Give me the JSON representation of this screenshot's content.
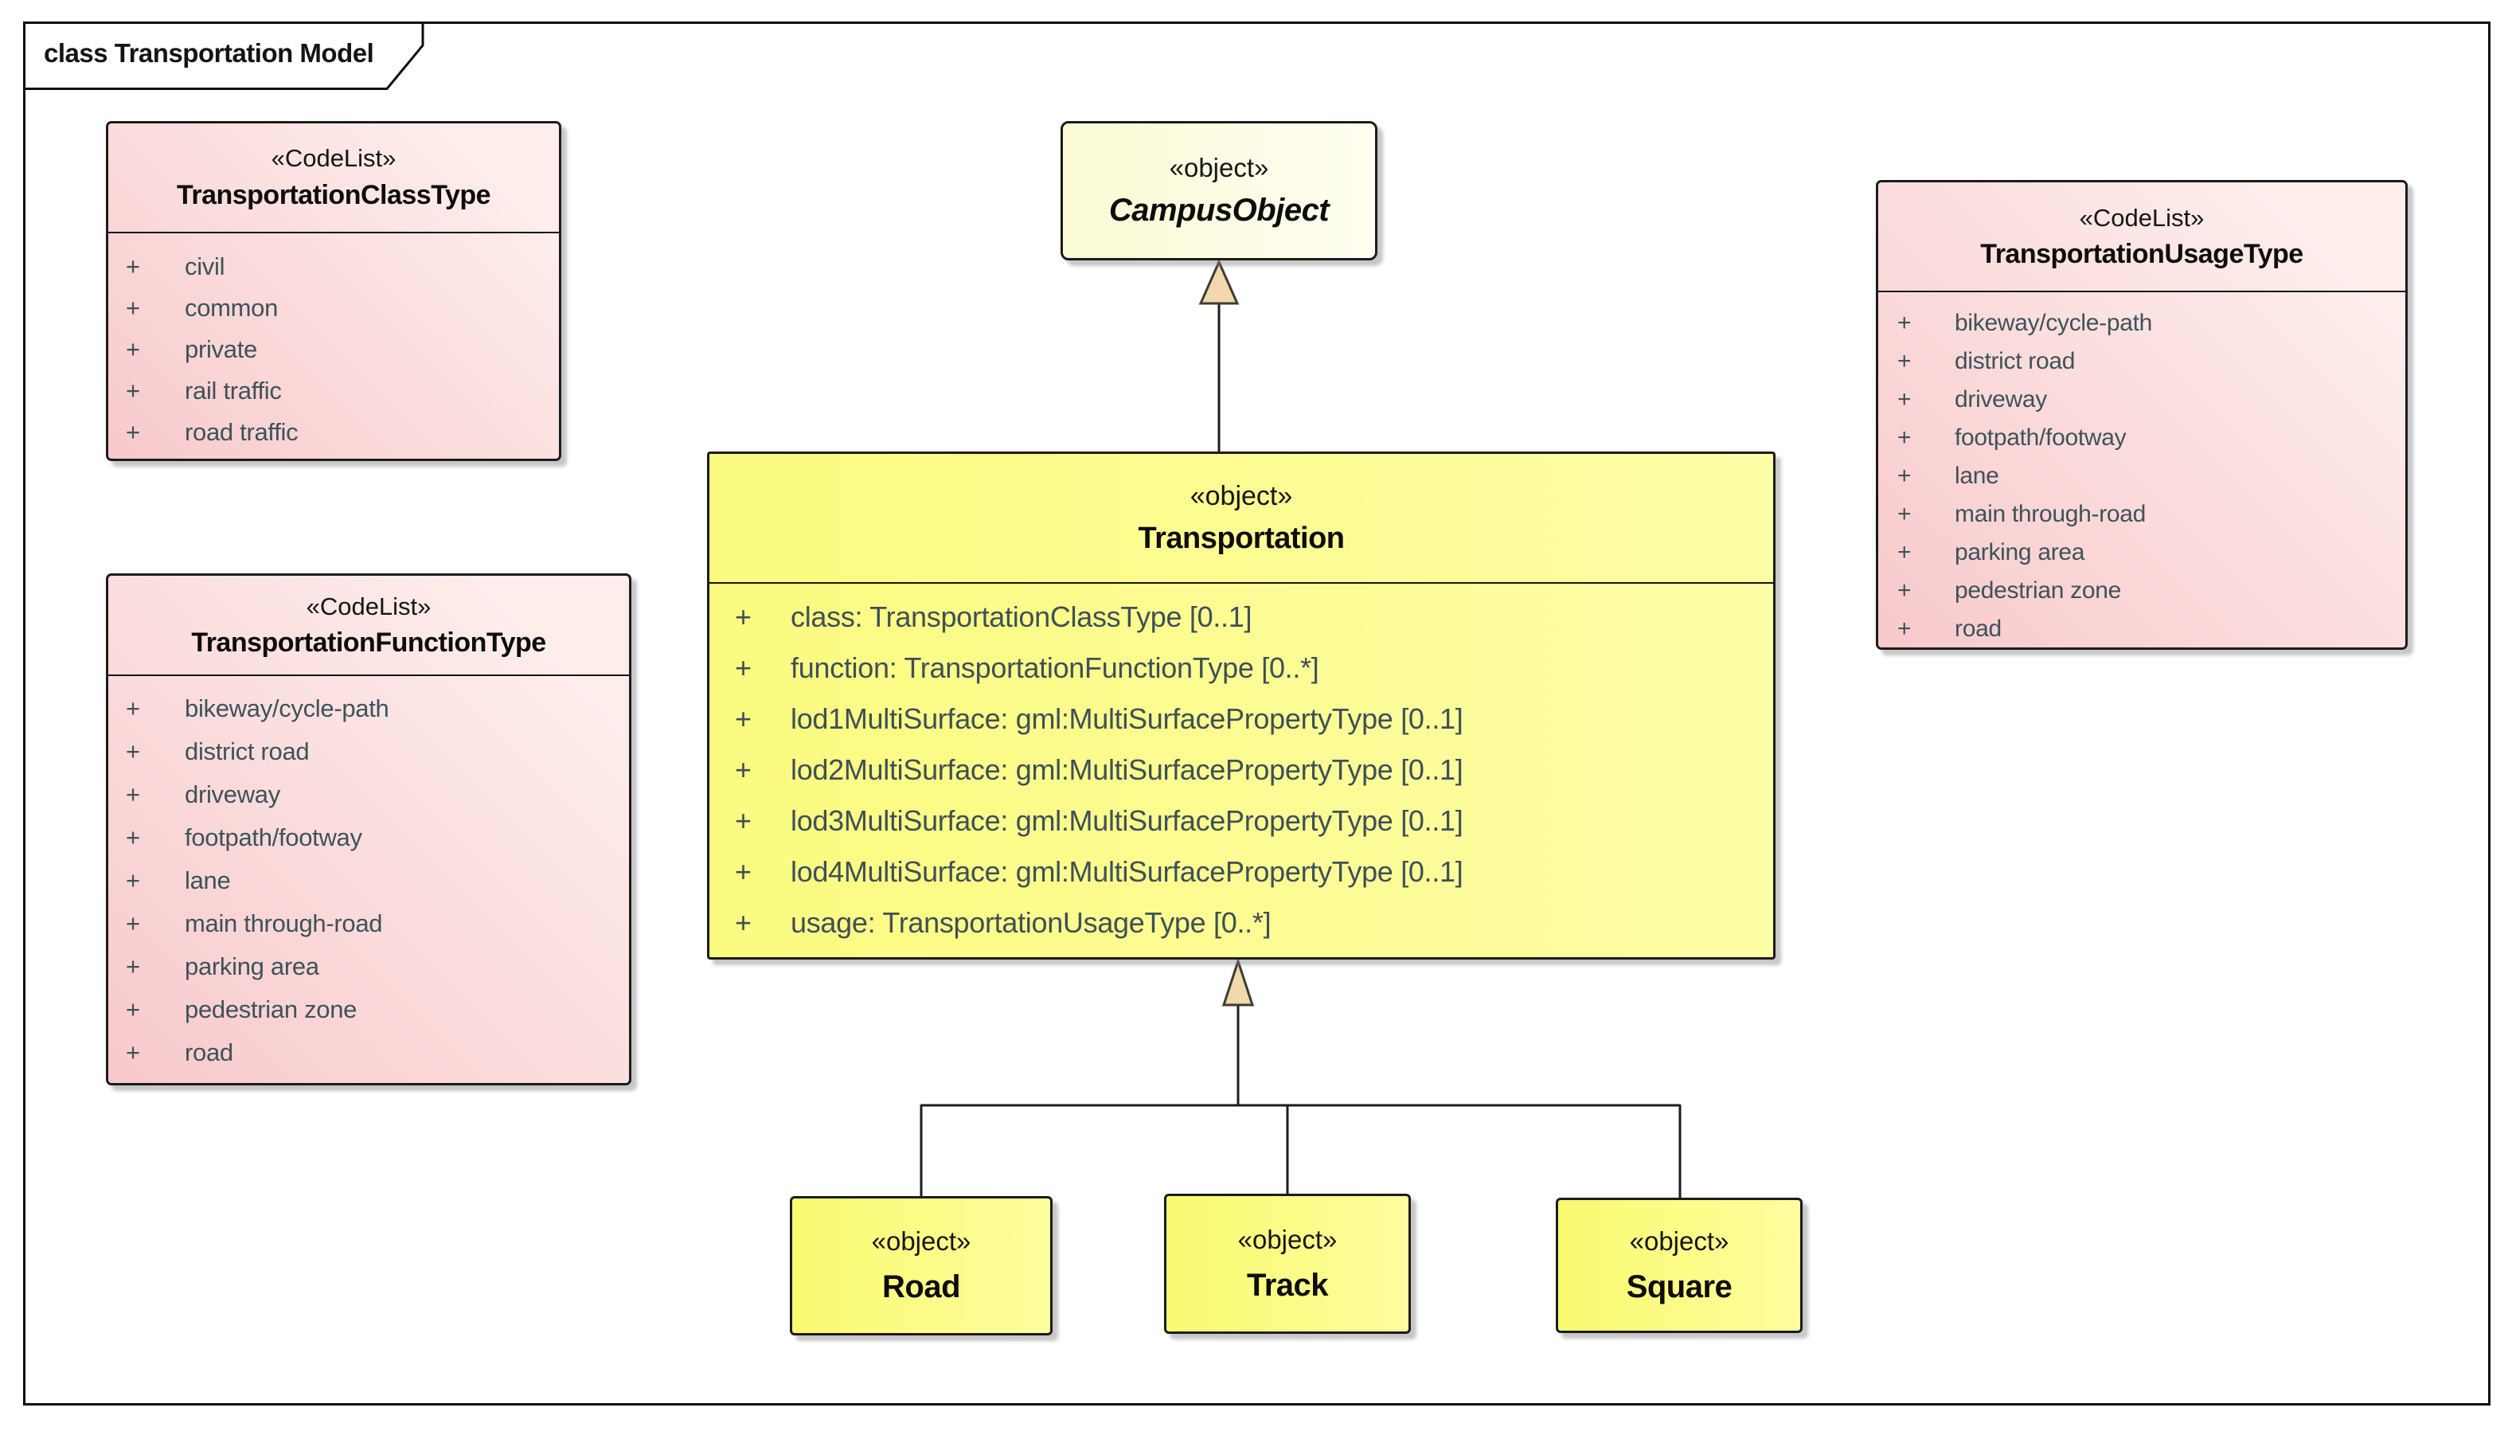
{
  "frame": {
    "label": "class Transportation Model"
  },
  "glyphs": {
    "plus": "+"
  },
  "codelists": [
    {
      "stereotype": "«CodeList»",
      "name": "TransportationClassType",
      "items": [
        "civil",
        "common",
        "private",
        "rail traffic",
        "road traffic"
      ]
    },
    {
      "stereotype": "«CodeList»",
      "name": "TransportationFunctionType",
      "items": [
        "bikeway/cycle-path",
        "district road",
        "driveway",
        "footpath/footway",
        "lane",
        "main through-road",
        "parking area",
        "pedestrian zone",
        "road"
      ]
    },
    {
      "stereotype": "«CodeList»",
      "name": "TransportationUsageType",
      "items": [
        "bikeway/cycle-path",
        "district road",
        "driveway",
        "footpath/footway",
        "lane",
        "main through-road",
        "parking area",
        "pedestrian zone",
        "road"
      ]
    }
  ],
  "campus_object": {
    "stereotype": "«object»",
    "name": "CampusObject"
  },
  "transportation": {
    "stereotype": "«object»",
    "name": "Transportation",
    "attributes": [
      "class: TransportationClassType [0..1]",
      "function: TransportationFunctionType [0..*]",
      "lod1MultiSurface: gml:MultiSurfacePropertyType [0..1]",
      "lod2MultiSurface: gml:MultiSurfacePropertyType [0..1]",
      "lod3MultiSurface: gml:MultiSurfacePropertyType [0..1]",
      "lod4MultiSurface: gml:MultiSurfacePropertyType [0..1]",
      "usage: TransportationUsageType [0..*]"
    ]
  },
  "subclasses": [
    {
      "stereotype": "«object»",
      "name": "Road"
    },
    {
      "stereotype": "«object»",
      "name": "Track"
    },
    {
      "stereotype": "«object»",
      "name": "Square"
    }
  ],
  "colors": {
    "codelist_fill_start": "#f8c9cb",
    "codelist_fill_end": "#fdedeb",
    "object_fill_start": "#fbfb80",
    "object_fill_end": "#fdfda6",
    "subclass_fill_start": "#fafa70",
    "subclass_fill_end": "#fdfd9e",
    "abstract_fill_start": "#fafad4",
    "abstract_fill_end": "#fffef2",
    "generalization_arrow_fill": "#f2d8ac",
    "item_text": "#3e525a",
    "line": "#1c1c1c"
  }
}
